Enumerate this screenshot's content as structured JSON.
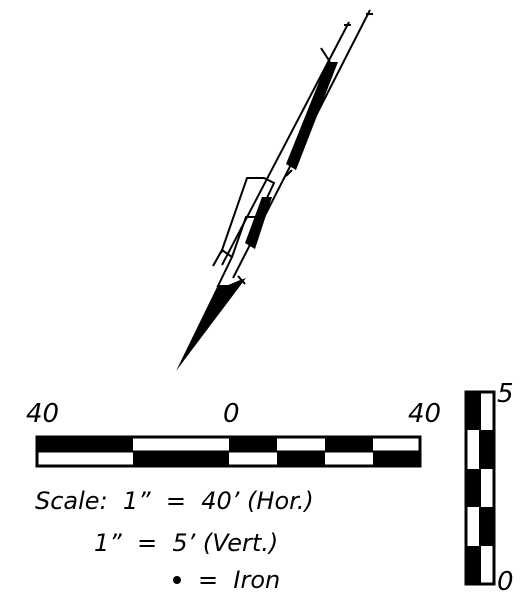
{
  "scale_bar": {
    "left_label": "40",
    "center_label": "0",
    "right_label": "40"
  },
  "vertical_scale": {
    "top_label": "5",
    "bottom_label": "0"
  },
  "legend": {
    "horizontal": "Scale:  1”  =  40’ (Hor.)",
    "vertical": "1”  =  5’ (Vert.)",
    "iron": "=  Iron"
  },
  "colors": {
    "ink": "#000000",
    "paper": "#ffffff"
  }
}
